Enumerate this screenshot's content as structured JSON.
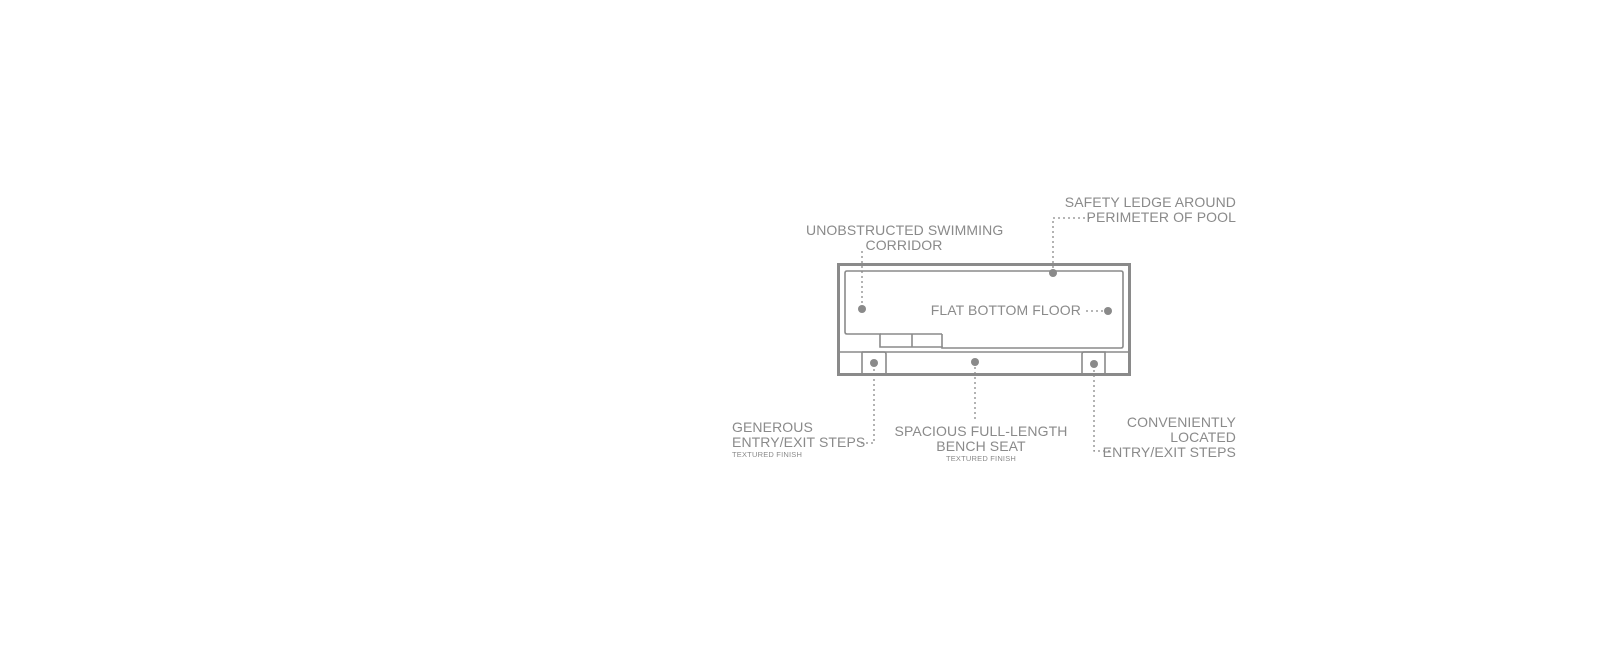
{
  "colors": {
    "stroke": "#8a8a8a",
    "dot": "#8a8a8a",
    "text": "#8a8a8a",
    "background": "#ffffff"
  },
  "callouts": {
    "safety_ledge": {
      "line1": "SAFETY LEDGE AROUND",
      "line2": "PERIMETER OF POOL"
    },
    "swimming_corridor": {
      "line1": "UNOBSTRUCTED SWIMMING",
      "line2": "CORRIDOR"
    },
    "flat_floor": {
      "line1": "FLAT BOTTOM FLOOR"
    },
    "generous_steps": {
      "line1": "GENEROUS",
      "line2": "ENTRY/EXIT STEPS",
      "sub": "TEXTURED FINISH"
    },
    "bench_seat": {
      "line1": "SPACIOUS FULL-LENGTH",
      "line2": "BENCH SEAT",
      "sub": "TEXTURED FINISH"
    },
    "convenient_steps": {
      "line1": "CONVENIENTLY",
      "line2": "LOCATED",
      "line3": "ENTRY/EXIT STEPS"
    }
  }
}
